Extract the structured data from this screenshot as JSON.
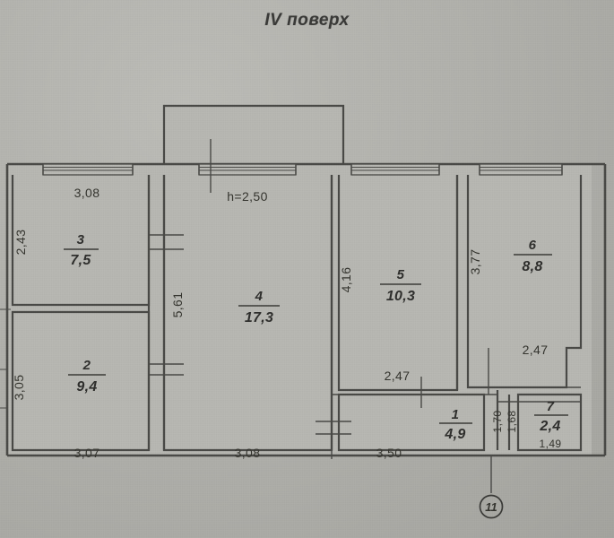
{
  "document": {
    "type": "floor-plan",
    "title": "IV поверх",
    "ceiling_note": "h=2,50",
    "node_marker": "11"
  },
  "rooms": [
    {
      "number": "1",
      "area": "4,9",
      "width": "",
      "height": "1,70"
    },
    {
      "number": "2",
      "area": "9,4",
      "width": "3,07",
      "height": "3,05"
    },
    {
      "number": "3",
      "area": "7,5",
      "width": "3,08",
      "height": "2,43"
    },
    {
      "number": "4",
      "area": "17,3",
      "width": "3,08",
      "height": "5,61"
    },
    {
      "number": "5",
      "area": "10,3",
      "width": "2,47",
      "height": "4,16"
    },
    {
      "number": "6",
      "area": "8,8",
      "width": "2,47",
      "height": "3,77"
    },
    {
      "number": "7",
      "area": "2,4",
      "width": "1,49",
      "height": "1,68"
    }
  ],
  "dimensions": {
    "top_left_width": "3,08",
    "left_upper_height": "2,43",
    "left_lower_height": "3,05",
    "bottom_left_width": "3,07",
    "center_height": "5,61",
    "bottom_center_width": "3,08",
    "room5_height": "4,16",
    "room5_bottom_width": "2,47",
    "bottom_right_width": "3,50",
    "room6_height": "3,77",
    "room6_bottom_width": "2,47",
    "corridor_height": "1,70",
    "room7_height": "1,68",
    "room7_bottom_width": "1,49"
  }
}
